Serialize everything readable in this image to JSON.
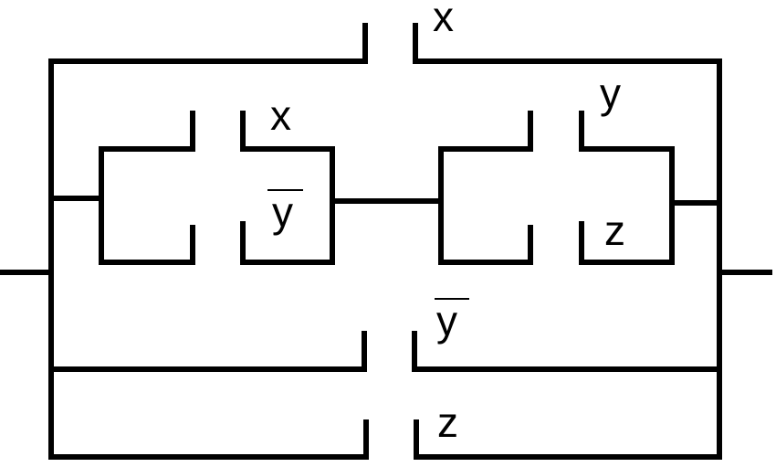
{
  "diagram": {
    "switches": {
      "top": {
        "label": "x",
        "negated": false
      },
      "inner_left_upper": {
        "label": "x",
        "negated": false
      },
      "inner_left_lower": {
        "label": "y",
        "negated": true
      },
      "inner_right_upper": {
        "label": "y",
        "negated": false
      },
      "inner_right_lower": {
        "label": "z",
        "negated": false
      },
      "third": {
        "label": "y",
        "negated": true
      },
      "bottom": {
        "label": "z",
        "negated": false
      }
    }
  }
}
